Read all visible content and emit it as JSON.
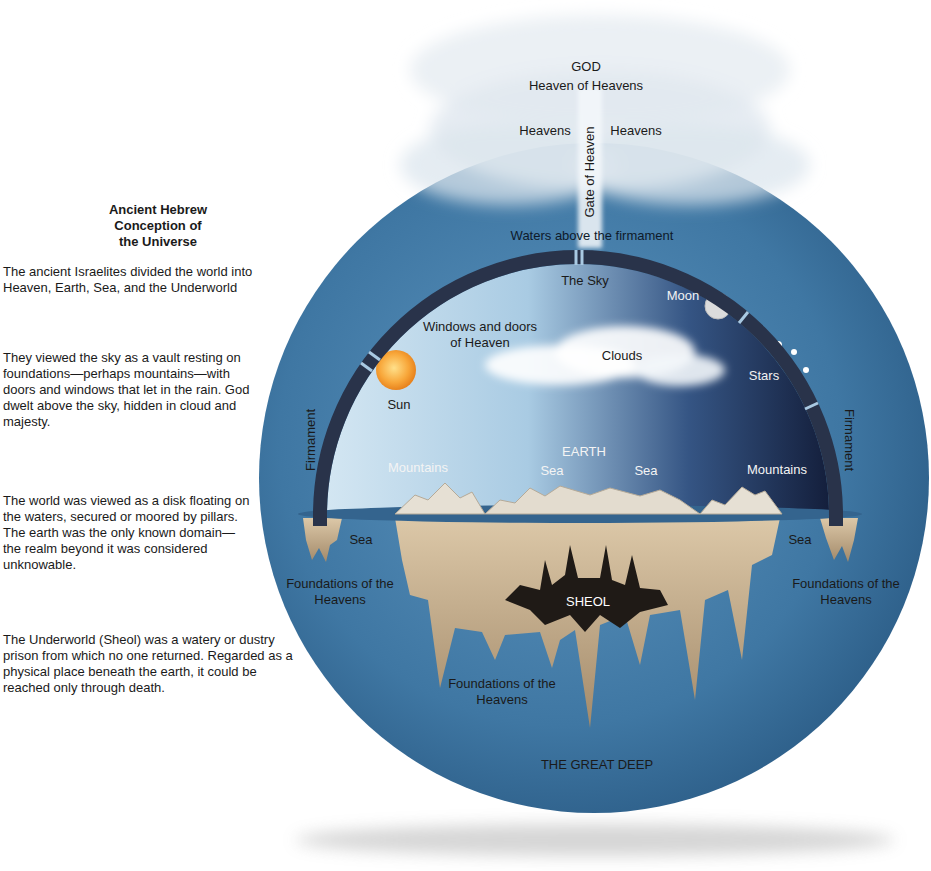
{
  "diagram": {
    "title": "Ancient Hebrew Conception of the Universe",
    "labels": [
      "GOD",
      "Heaven of Heavens",
      "Heavens",
      "Gate of Heaven",
      "Heavens",
      "The ancient Israelites divided the world into Heaven, Earth, Sea, and the Underworld",
      "They viewed the sky as a vault resting on foundations—perhaps mountains—with doors and windows that let in the rain. God dwelt above the sky, hidden in cloud and majesty.",
      "The world was viewed as a disk floating on the waters, secured or moored by pillars. The earth was the only known domain—the realm beyond it was considered unknowable.",
      "The Underworld (Sheol) was a watery or dustry prison from which no one returned. Regarded as a physical place beneath the earth, it could be reached only through death.",
      "Waters above the firmament",
      "The Sky",
      "Windows and doors of Heaven",
      "Moon",
      "Clouds",
      "Sun",
      "Stars",
      "Firmament",
      "Firmament",
      "EARTH",
      "Mountains",
      "Sea",
      "Sea",
      "Mountains",
      "Sea",
      "Sea",
      "Foundations of the Heavens",
      "Foundations of the Heavens",
      "SHEOL",
      "Foundations of the Heavens",
      "THE GREAT DEEP"
    ]
  }
}
